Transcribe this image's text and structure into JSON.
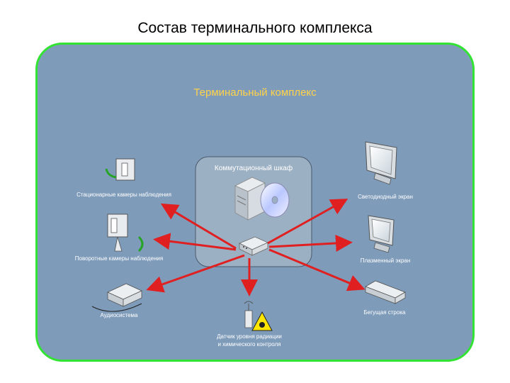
{
  "title": "Состав терминального комплекса",
  "complex_label": "Терминальный комплекс",
  "cabinet_label": "Коммутационный шкаф",
  "devices": {
    "fixed_cameras": "Стационарные камеры наблюдения",
    "ptz_cameras": "Поворотные камеры наблюдения",
    "audio_system": "Аудиосистема",
    "sensors_line1": "Датчик уровня радиации",
    "sensors_line2": "и химического контроля",
    "led_screen": "Светодиодный экран",
    "plasma_screen": "Плазменный экран",
    "ticker": "Бегущая строка"
  },
  "colors": {
    "panel_fill": "#7e9bba",
    "panel_border": "#33e333",
    "arrow": "#e02020",
    "complex_label": "#ffd24a"
  },
  "icons": [
    "video-camera-icon",
    "ptz-camera-icon",
    "speaker-icon",
    "antenna-icon",
    "radiation-icon",
    "server-icon",
    "disc-icon",
    "network-switch-icon",
    "monitor-icon",
    "led-bar-icon"
  ]
}
